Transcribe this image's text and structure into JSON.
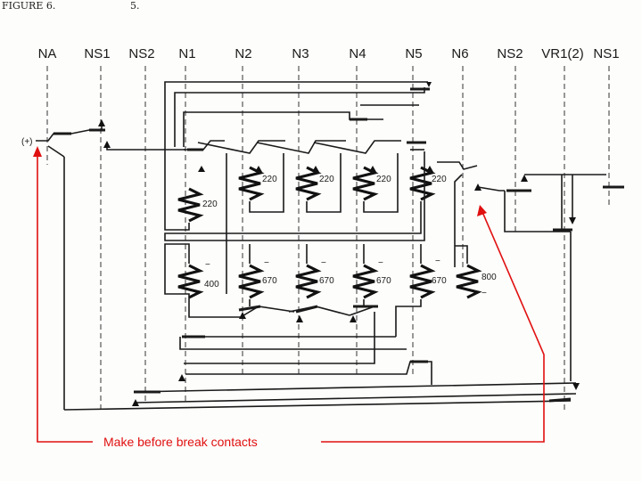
{
  "page_title": "FIGURE 6.",
  "page_mark": "5.",
  "columns": [
    "NA",
    "NS1",
    "NS2",
    "N1",
    "N2",
    "N3",
    "N4",
    "N5",
    "N6",
    "NS2",
    "VR1(2)",
    "NS1"
  ],
  "supply_label": "(+)",
  "upper_resistors": [
    "220",
    "220",
    "220",
    "220",
    "220"
  ],
  "lower_resistors": [
    "400",
    "670",
    "670",
    "670",
    "670",
    "800"
  ],
  "minus_sign": "−",
  "annotation": {
    "text": "Make before break contacts",
    "color": "#e01010"
  }
}
